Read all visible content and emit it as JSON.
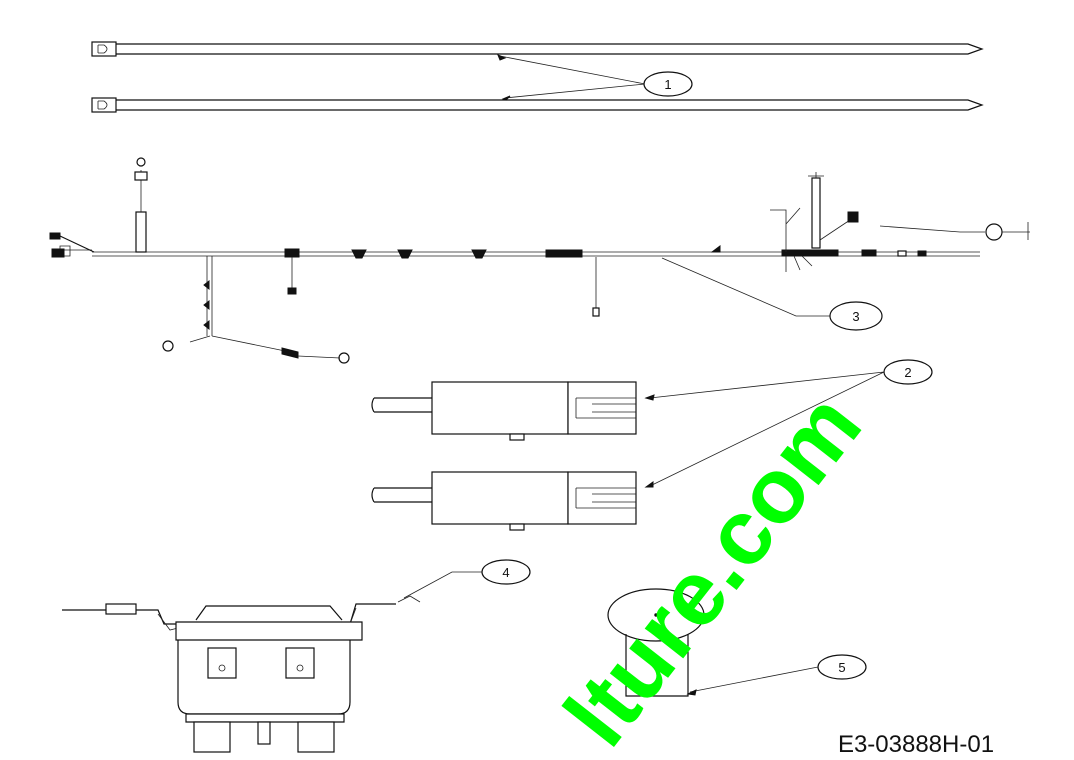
{
  "drawing": {
    "callouts": [
      {
        "id": "1",
        "label": "1"
      },
      {
        "id": "2",
        "label": "2"
      },
      {
        "id": "3",
        "label": "3"
      },
      {
        "id": "4",
        "label": "4"
      },
      {
        "id": "5",
        "label": "5"
      }
    ],
    "drawing_code": "E3-03888H-01",
    "watermark": "lture.com"
  },
  "colors": {
    "line": "#111111",
    "watermark": "#00ff00",
    "background": "#ffffff"
  }
}
